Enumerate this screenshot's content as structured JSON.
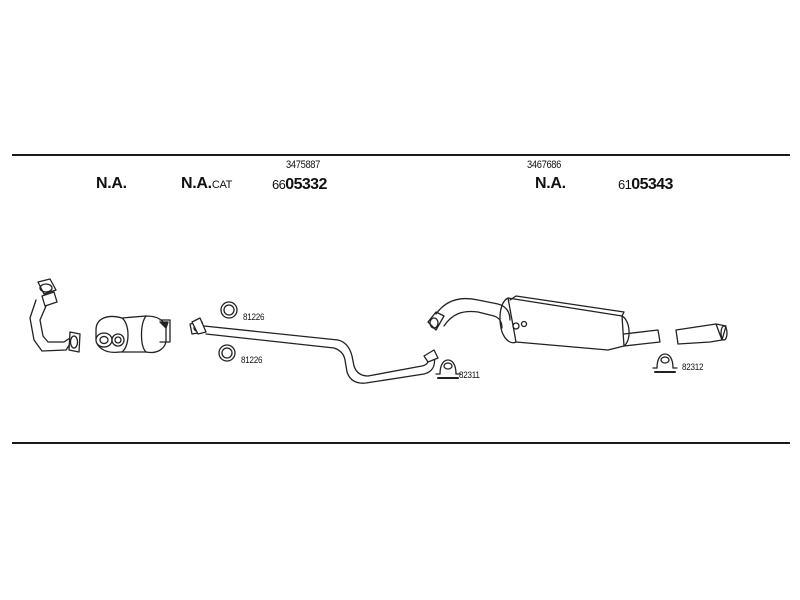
{
  "header": {
    "na_1": "N.A.",
    "na_2": "N.A.",
    "cat": "CAT",
    "na_3": "N.A.",
    "part_1": {
      "code": "3475887",
      "prefix": "66",
      "number": "05332"
    },
    "part_2": {
      "code": "3467686",
      "prefix": "61",
      "number": "05343"
    }
  },
  "callouts": {
    "ring_upper": "81226",
    "ring_lower": "81226",
    "clamp_mid": "82311",
    "clamp_rear": "82312"
  },
  "icons": [
    "front-pipe-icon",
    "catalytic-converter-icon",
    "flange-gasket-icon",
    "sealing-ring-icon",
    "intermediate-pipe-icon",
    "pipe-clamp-icon",
    "rear-silencer-icon",
    "tail-pipe-icon"
  ]
}
